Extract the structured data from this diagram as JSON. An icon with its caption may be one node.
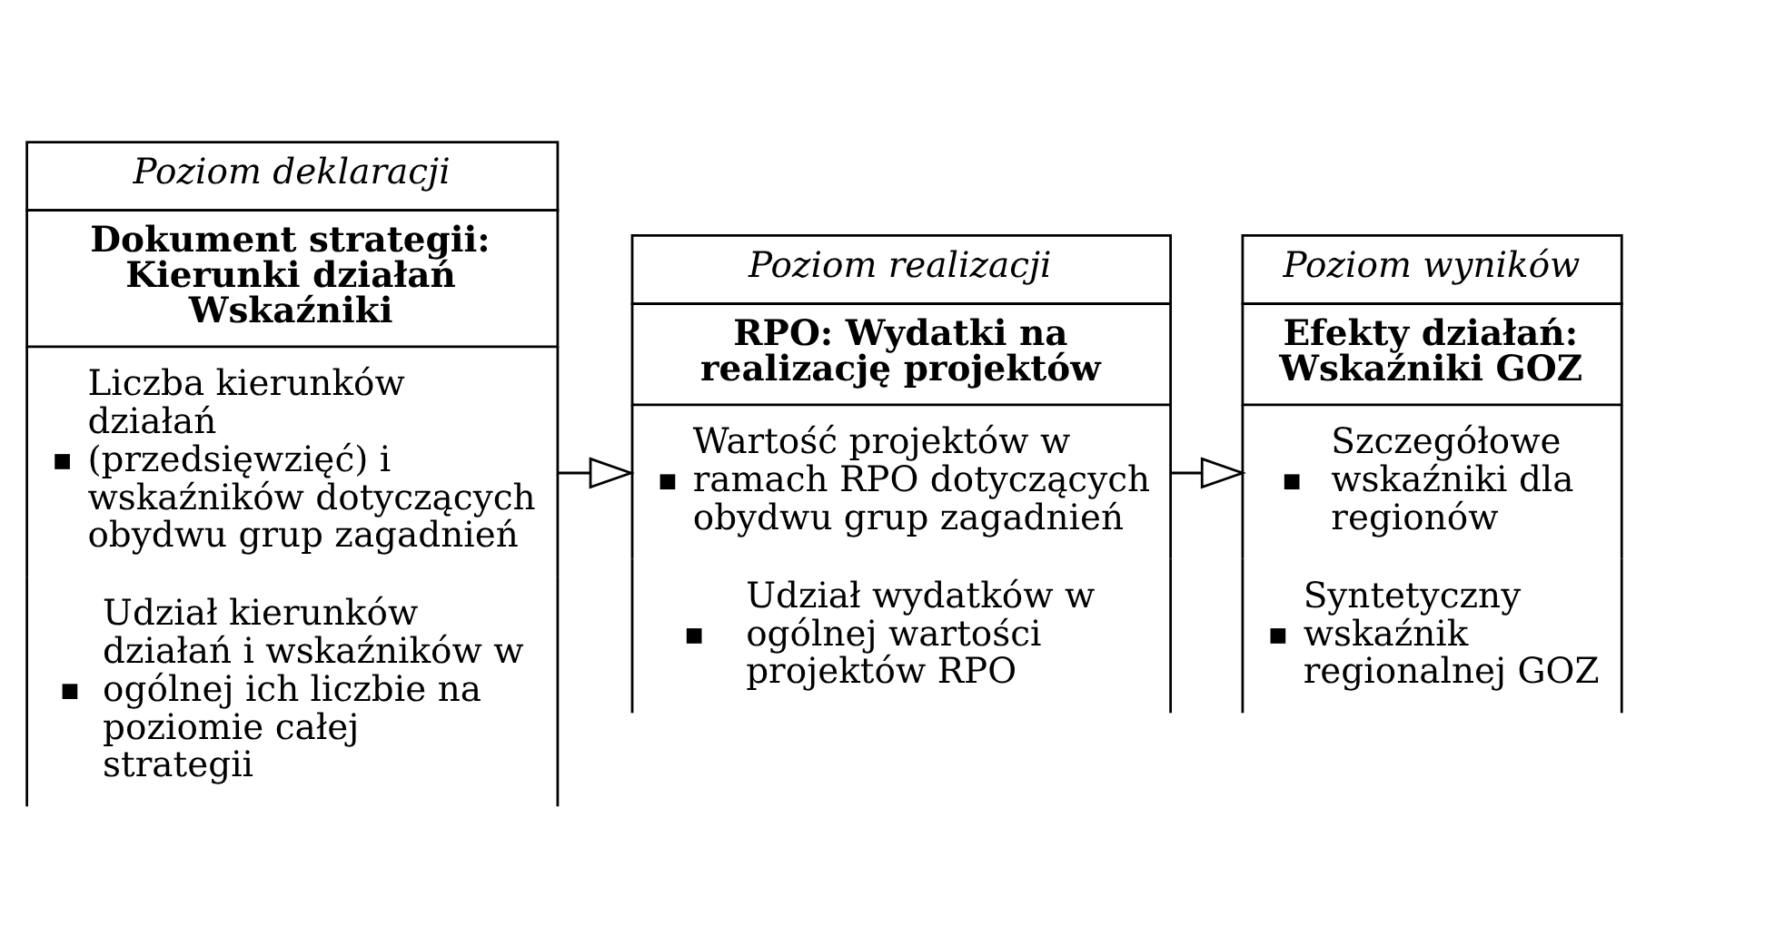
{
  "diagram": {
    "nodes": [
      {
        "text": [
          "Poziom deklaracji",
          "Dokument strategii: Kierunki działań Wskaźniki",
          "Liczba kierunków działań (przedsięwzięć) i wskaźników dotyczących obydwu grup zagadnień",
          "Udział kierunków działań i wskaźników w ogólnej ich liczbie na poziomie całej strategii"
        ]
      },
      {
        "text": [
          "Poziom realizacji",
          "RPO: Wydatki na realizację projektów",
          "Wartość projektów w ramach RPO dotyczących obydwu grup zagadnień",
          "Udział wydatków w ogólnej wartości projektów RPO"
        ]
      },
      {
        "text": [
          "Poziom wyników",
          "Efekty działań: Wskaźniki GOZ",
          "Szczegółowe wskaźniki dla regionów",
          "Syntetyczny wskaźnik regionalnej GOZ"
        ]
      }
    ],
    "edges": [
      {
        "from": 0,
        "to": 1,
        "arrow": "to"
      },
      {
        "from": 1,
        "to": 2,
        "arrow": "to"
      }
    ]
  }
}
